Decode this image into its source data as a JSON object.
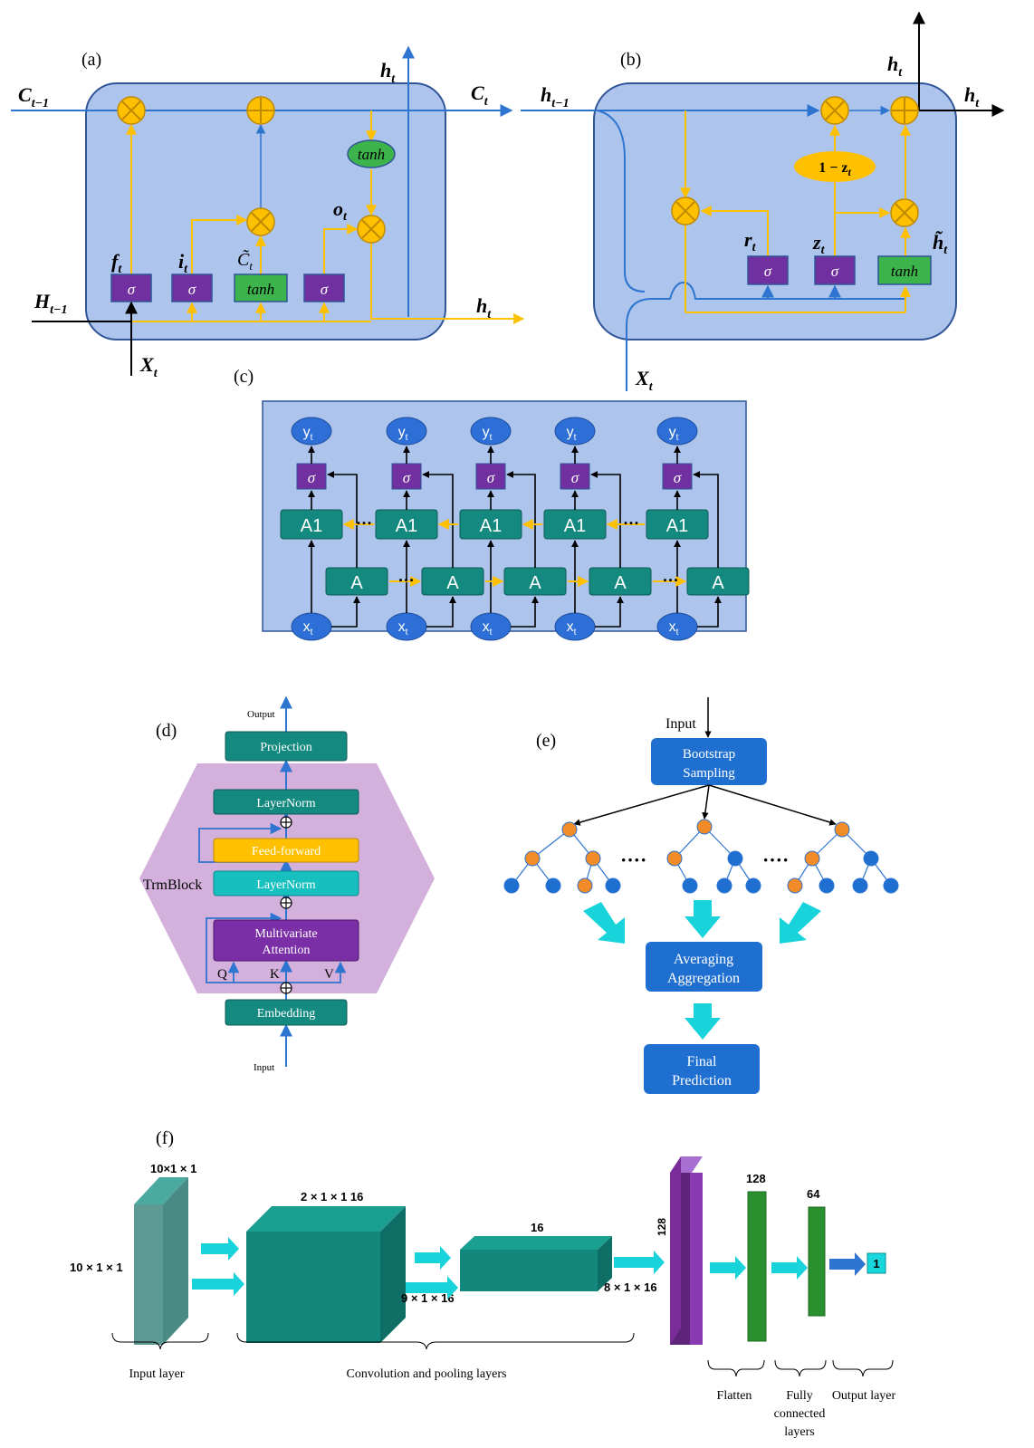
{
  "colors": {
    "panel_blue": "#adc4ec",
    "panel_stroke": "#2f5597",
    "line_blue": "#2e75d1",
    "line_orange": "#ffc000",
    "gate_purple": "#7030a0",
    "gate_green": "#3cb44b",
    "teal": "#14897f",
    "teal_light": "#17bfbf",
    "hex_purple": "#d4b0dd",
    "orange_node": "#f28c28",
    "blue_node": "#1f6fd1",
    "cyan_arrow": "#19d3db",
    "cnn_green": "#2a8f2f",
    "cnn_purple": "#7a2d99"
  },
  "icons": {
    "multiply": "circle-times-icon",
    "add": "circle-plus-icon"
  },
  "panel_a": {
    "label": "(a)",
    "c_prev": "C",
    "c_prev_sub": "t−1",
    "c_t": "C",
    "c_t_sub": "t",
    "h_top": "h",
    "h_top_sub": "t",
    "h_out": "h",
    "h_out_sub": "t",
    "h_prev": "H",
    "h_prev_sub": "t−1",
    "x_t": "X",
    "x_t_sub": "t",
    "f_label": "f",
    "i_label": "i",
    "c_tilde": "C̃",
    "o_label": "o",
    "sub_t": "t",
    "sigma": "σ",
    "tanh": "tanh"
  },
  "panel_b": {
    "label": "(b)",
    "h_prev": "h",
    "h_prev_sub": "t−1",
    "h_top": "h",
    "h_right": "h",
    "sub_t": "t",
    "x_t": "X",
    "one_minus_z": "1 − z",
    "r_label": "r",
    "z_label": "z",
    "h_tilde": "h̃",
    "sigma": "σ",
    "tanh": "tanh"
  },
  "panel_c": {
    "label": "(c)",
    "y_label": "y",
    "x_label": "x",
    "sub_t": "t",
    "sigma": "σ",
    "a1_label": "A1",
    "a_label": "A",
    "dots": "···"
  },
  "panel_d": {
    "label": "(d)",
    "output": "Output",
    "projection": "Projection",
    "layernorm_top": "LayerNorm",
    "feedforward": "Feed-forward",
    "layernorm_bottom": "LayerNorm",
    "attention_line1": "Multivariate",
    "attention_line2": "Attention",
    "trmblock": "TrmBlock",
    "q": "Q",
    "k": "K",
    "v": "V",
    "embedding": "Embedding",
    "input": "Input"
  },
  "panel_e": {
    "label": "(e)",
    "input": "Input",
    "bootstrap_line1": "Bootstrap",
    "bootstrap_line2": "Sampling",
    "dots": "····",
    "averaging_line1": "Averaging",
    "averaging_line2": "Aggregation",
    "final_line1": "Final",
    "final_line2": "Prediction"
  },
  "panel_f": {
    "label": "(f)",
    "input_top": "10×1 × 1",
    "input_side": "10 × 1 × 1",
    "conv1_top": "2 × 1 × 1 16",
    "conv1_bottom": "9 × 1 × 16",
    "conv2_top": "16",
    "conv2_bottom": "8 × 1 × 16",
    "flatten_vertical": "128",
    "dense1": "128",
    "dense2": "64",
    "output": "1",
    "cap_input": "Input layer",
    "cap_conv": "Convolution and pooling layers",
    "cap_flatten": "Flatten",
    "cap_fc_line1": "Fully",
    "cap_fc_line2": "connected",
    "cap_fc_line3": "layers",
    "cap_output": "Output layer"
  }
}
